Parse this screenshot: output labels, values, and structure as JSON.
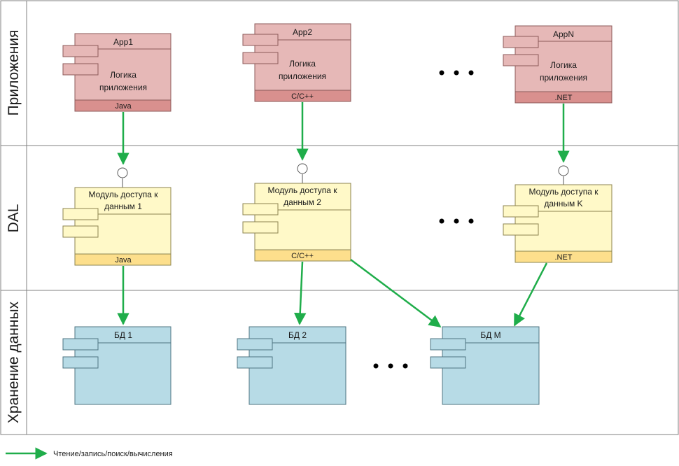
{
  "lanes": [
    {
      "id": "apps",
      "label": "Приложения"
    },
    {
      "id": "dal",
      "label": "DAL"
    },
    {
      "id": "storage",
      "label": "Хранение данных"
    }
  ],
  "apps": [
    {
      "title": "App1",
      "body_line1": "Логика",
      "body_line2": "приложения",
      "tech": "Java"
    },
    {
      "title": "App2",
      "body_line1": "Логика",
      "body_line2": "приложения",
      "tech": "C/C++"
    },
    {
      "title": "AppN",
      "body_line1": "Логика",
      "body_line2": "приложения",
      "tech": ".NET"
    }
  ],
  "dal": [
    {
      "title_line1": "Модуль доступа к",
      "title_line2": "данным 1",
      "tech": "Java"
    },
    {
      "title_line1": "Модуль доступа к",
      "title_line2": "данным 2",
      "tech": "C/C++"
    },
    {
      "title_line1": "Модуль доступа к",
      "title_line2": "данным K",
      "tech": ".NET"
    }
  ],
  "databases": [
    {
      "title": "БД 1"
    },
    {
      "title": "БД 2"
    },
    {
      "title": "БД M"
    }
  ],
  "ellipsis": "…",
  "legend": {
    "label": "Чтение/запись/поиск/вычисления"
  },
  "colors": {
    "app_fill": "#e6b8b7",
    "app_tech_fill": "#d9908e",
    "app_stroke": "#8c5a5a",
    "dal_fill": "#fff9c8",
    "dal_tech_fill": "#fddf8c",
    "dal_stroke": "#8c8450",
    "db_fill": "#b7dbe6",
    "db_stroke": "#4f7482",
    "arrow": "#1fad4a",
    "lane_border": "#808080"
  }
}
